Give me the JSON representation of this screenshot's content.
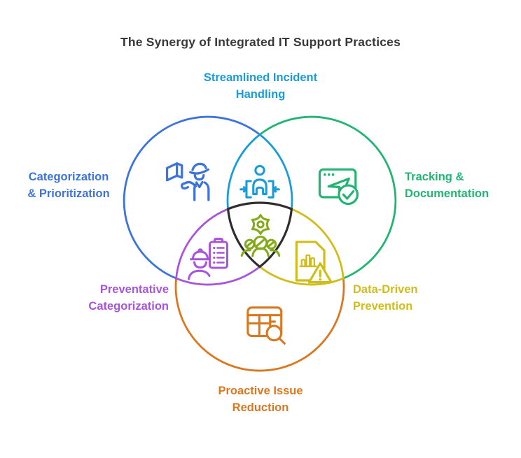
{
  "title": "The Synergy of Integrated IT Support Practices",
  "colors": {
    "cyan": "#1a9cd9",
    "blue": "#3c74da",
    "green": "#21b573",
    "purple": "#a855dc",
    "yellow": "#d1bd1a",
    "orange": "#d9781f",
    "olive": "#85ab1d",
    "dark": "#2e2e2e",
    "title_text": "#383838",
    "background": "#ffffff",
    "white": "#ffffff"
  },
  "regions": [
    {
      "id": "top-intersection",
      "label": "Streamlined Incident Handling",
      "label_lines": [
        "Streamlined Incident",
        "Handling"
      ],
      "color": "#1a9cd9",
      "icon": "person-intake-icon"
    },
    {
      "id": "left-circle",
      "label": "Categorization & Prioritization",
      "label_lines": [
        "Categorization",
        "& Prioritization"
      ],
      "color": "#3c74da",
      "icon": "officer-document-icon"
    },
    {
      "id": "right-circle",
      "label": "Tracking & Documentation",
      "label_lines": [
        "Tracking &",
        "Documentation"
      ],
      "color": "#21b573",
      "icon": "tracking-confirmation-icon"
    },
    {
      "id": "left-intersection",
      "label": "Preventative Categorization",
      "label_lines": [
        "Preventative",
        "Categorization"
      ],
      "color": "#a855dc",
      "icon": "engineer-checklist-icon"
    },
    {
      "id": "right-intersection",
      "label": "Data-Driven Prevention",
      "label_lines": [
        "Data-Driven",
        "Prevention"
      ],
      "color": "#d1bd1a",
      "icon": "report-alert-icon"
    },
    {
      "id": "bottom-circle",
      "label": "Proactive Issue Reduction",
      "label_lines": [
        "Proactive Issue",
        "Reduction"
      ],
      "color": "#d9781f",
      "icon": "table-search-icon"
    },
    {
      "id": "center-intersection",
      "label": "",
      "label_lines": [
        "",
        ""
      ],
      "color": "#2e2e2e",
      "icon": "team-gear-icon"
    }
  ]
}
